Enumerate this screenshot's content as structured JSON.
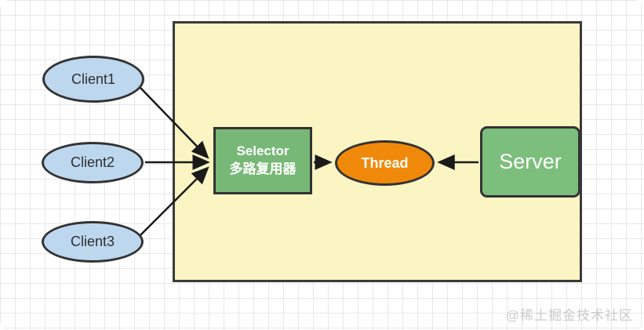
{
  "diagram": {
    "title_hint": "NIO Selector thread model diagram",
    "clients": [
      {
        "label": "Client1"
      },
      {
        "label": "Client2"
      },
      {
        "label": "Client3"
      }
    ],
    "selector": {
      "title": "Selector",
      "subtitle": "多路复用器"
    },
    "thread": {
      "label": "Thread"
    },
    "server": {
      "label": "Server"
    },
    "watermark": "@稀土掘金技术社区",
    "colors": {
      "container_fill": "#faf5c3",
      "client_fill": "#bdd7ee",
      "selector_fill": "#77b877",
      "server_fill": "#7cbe7c",
      "thread_fill": "#f0890a",
      "stroke": "#333333",
      "grid_line": "#e8e8e8",
      "watermark_text": "#cbcbcb"
    },
    "arrows": [
      {
        "name": "client1-to-selector",
        "direction": "right-down"
      },
      {
        "name": "client2-to-selector",
        "direction": "right"
      },
      {
        "name": "client3-to-selector",
        "direction": "right-up"
      },
      {
        "name": "selector-to-thread",
        "direction": "right"
      },
      {
        "name": "server-to-thread",
        "direction": "left"
      }
    ]
  }
}
